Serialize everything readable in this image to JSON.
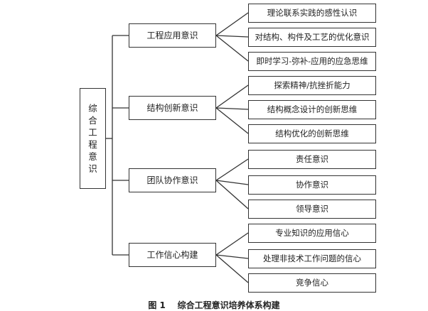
{
  "diagram": {
    "root": {
      "label_chars": [
        "综",
        "合",
        "工",
        "程",
        "意",
        "识"
      ]
    },
    "categories": [
      {
        "label": "工程应用意识",
        "items": [
          "理论联系实践的感性认识",
          "对结构、构件及工艺的优化意识",
          "即时学习-弥补-应用的应急思维"
        ]
      },
      {
        "label": "结构创新意识",
        "items": [
          "探索精神/抗挫折能力",
          "结构概念设计的创新思维",
          "结构优化的创新思维"
        ]
      },
      {
        "label": "团队协作意识",
        "items": [
          "责任意识",
          "协作意识",
          "领导意识"
        ]
      },
      {
        "label": "工作信心构建",
        "items": [
          "专业知识的应用信心",
          "处理非技术工作问题的信心",
          "竞争信心"
        ]
      }
    ]
  },
  "caption": "图 1    综合工程意识培养体系构建",
  "colors": {
    "line": "#333333",
    "box_border": "#333333",
    "background": "#ffffff"
  }
}
